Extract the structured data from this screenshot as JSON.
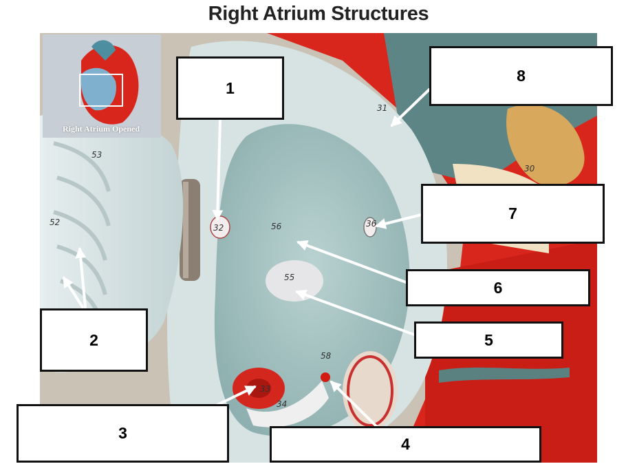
{
  "title": "Right Atrium Structures",
  "inset": {
    "caption": "Right Atrium Opened"
  },
  "model_numbers": [
    "53",
    "52",
    "32",
    "56",
    "55",
    "58",
    "33",
    "34",
    "31",
    "30",
    "36"
  ],
  "labels": [
    "1",
    "2",
    "3",
    "4",
    "5",
    "6",
    "7",
    "8"
  ],
  "colors": {
    "arrow": "#ffffff",
    "box_border": "#111111",
    "model_red": "#d9261c",
    "model_teal": "#a9c4c4"
  }
}
